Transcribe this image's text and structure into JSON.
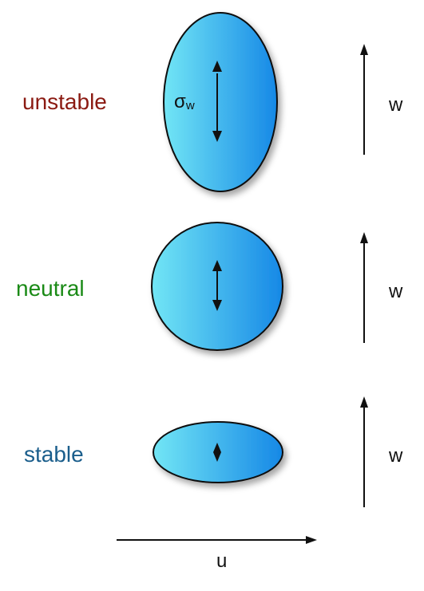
{
  "rows": [
    {
      "label": "unstable",
      "color": "#8b1a12",
      "axis_label": "w",
      "annotation": "σ",
      "annotation_sub": "w"
    },
    {
      "label": "neutral",
      "color": "#1a8a16",
      "axis_label": "w"
    },
    {
      "label": "stable",
      "color": "#1b5e8c",
      "axis_label": "w"
    }
  ],
  "x_axis_label": "u",
  "colors": {
    "fill_light": "#6fe3f4",
    "fill_dark": "#1a8fe6",
    "stroke": "#111111"
  }
}
